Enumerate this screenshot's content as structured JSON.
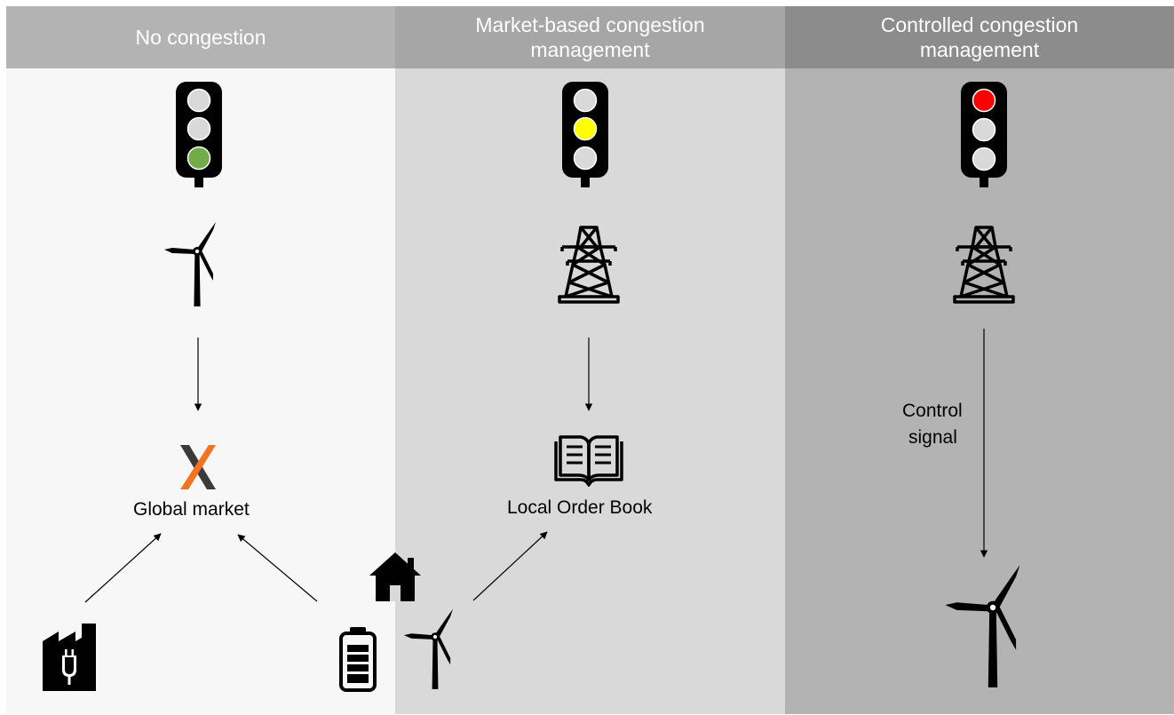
{
  "columns": [
    {
      "header": "No congestion"
    },
    {
      "header_line1": "Market-based congestion",
      "header_line2": "management"
    },
    {
      "header_line1": "Controlled congestion",
      "header_line2": "management"
    }
  ],
  "labels": {
    "global_market": "Global market",
    "local_order_book": "Local Order Book",
    "control_signal_line1": "Control",
    "control_signal_line2": "signal"
  },
  "colors": {
    "light_green": "#70ad47",
    "light_yellow": "#ffff00",
    "light_red": "#ff0000",
    "light_off": "#d9d9d9",
    "market_orange": "#f4731f",
    "market_dark": "#3a3a3a"
  },
  "icons": {
    "traffic_light": "traffic-light-icon",
    "wind_turbine": "wind-turbine-icon",
    "pylon": "power-pylon-icon",
    "market_logo": "market-x-logo-icon",
    "order_book": "open-book-icon",
    "factory": "factory-plug-icon",
    "battery": "battery-icon",
    "house": "house-icon"
  }
}
